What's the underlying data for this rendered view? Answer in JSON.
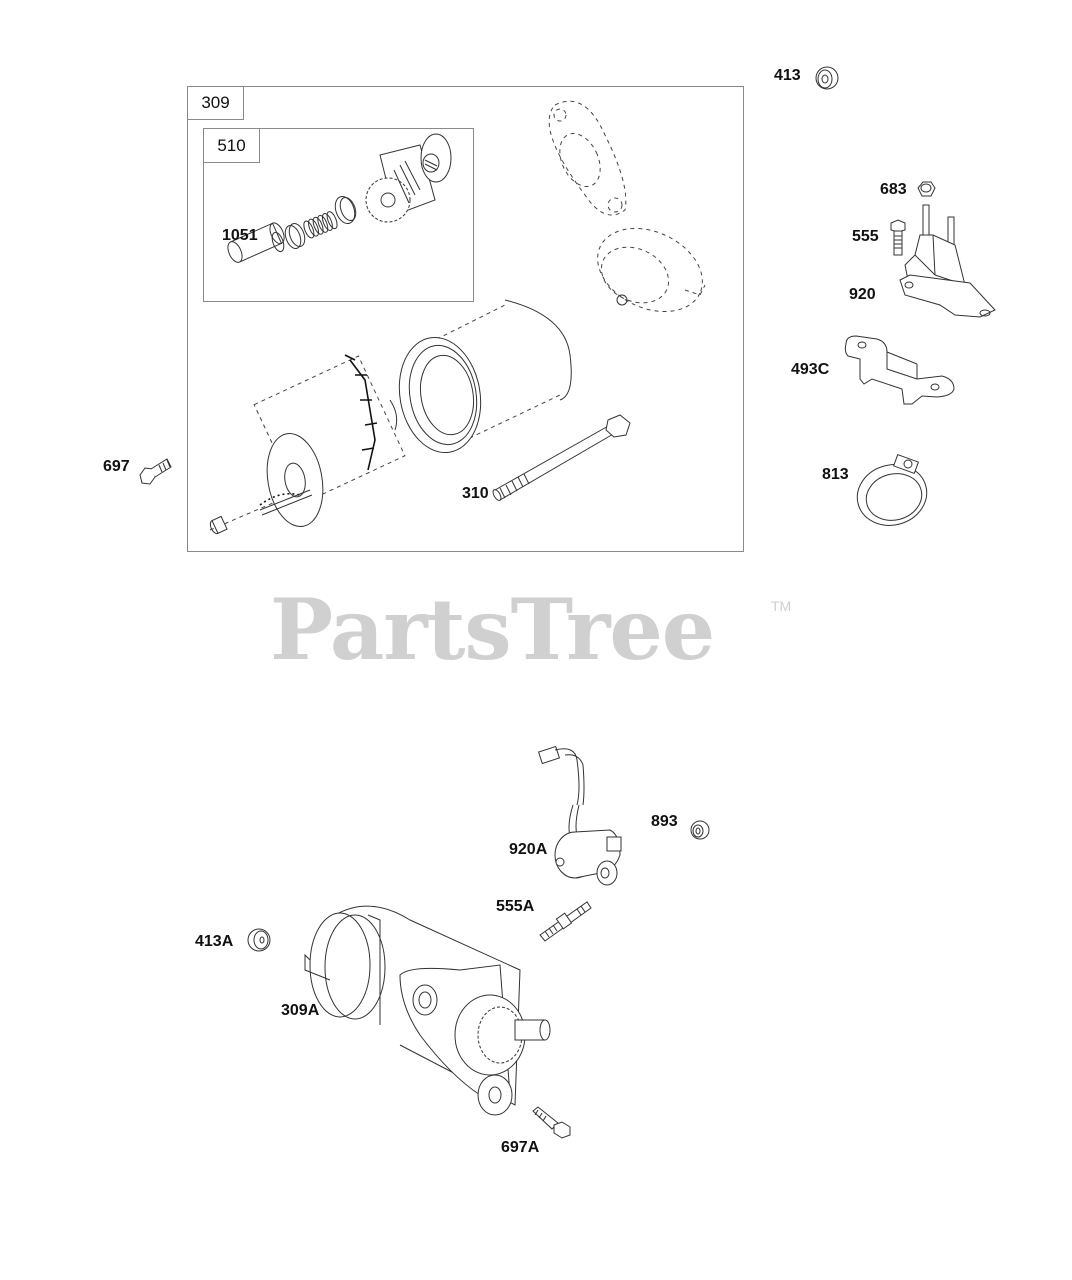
{
  "diagram": {
    "type": "exploded-parts-diagram",
    "subject": "Electric starter motor assembly",
    "groups": [
      {
        "id": "309",
        "label": "309",
        "contains": [
          "510",
          "310"
        ]
      },
      {
        "id": "510",
        "label": "510",
        "contains": [
          "1051"
        ]
      }
    ],
    "callouts": [
      {
        "id": "309",
        "label": "309",
        "part": "starter motor assembly (exploded)"
      },
      {
        "id": "510",
        "label": "510",
        "part": "drive kit"
      },
      {
        "id": "1051",
        "label": "1051",
        "part": "drive sleeve"
      },
      {
        "id": "310",
        "label": "310",
        "part": "through bolt"
      },
      {
        "id": "697",
        "label": "697",
        "part": "flange bolt"
      },
      {
        "id": "413",
        "label": "413",
        "part": "grommet"
      },
      {
        "id": "683",
        "label": "683",
        "part": "hex nut"
      },
      {
        "id": "555",
        "label": "555",
        "part": "screw"
      },
      {
        "id": "920",
        "label": "920",
        "part": "solenoid"
      },
      {
        "id": "493C",
        "label": "493C",
        "part": "bracket"
      },
      {
        "id": "813",
        "label": "813",
        "part": "hose clamp"
      },
      {
        "id": "893",
        "label": "893",
        "part": "grommet"
      },
      {
        "id": "920A",
        "label": "920A",
        "part": "starter solenoid"
      },
      {
        "id": "555A",
        "label": "555A",
        "part": "stud"
      },
      {
        "id": "413A",
        "label": "413A",
        "part": "grommet"
      },
      {
        "id": "309A",
        "label": "309A",
        "part": "starter motor"
      },
      {
        "id": "697A",
        "label": "697A",
        "part": "flange bolt"
      }
    ]
  },
  "watermark": {
    "text": "PartsTree",
    "trademark": "TM",
    "color": "#d0d0d0"
  },
  "colors": {
    "line": "#333333",
    "box_border": "#8a8a8a",
    "label": "#111111",
    "background": "#ffffff"
  }
}
